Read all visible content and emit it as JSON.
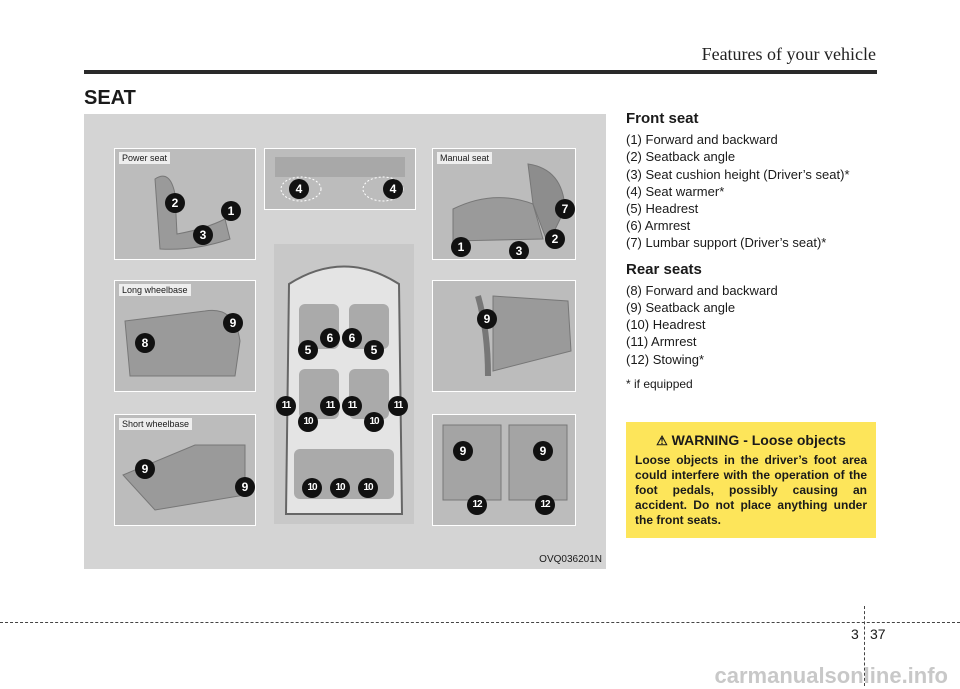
{
  "header": {
    "title": "Features of your vehicle"
  },
  "section": {
    "title": "SEAT"
  },
  "figure": {
    "code": "OVQ036201N",
    "panels": {
      "power_seat": "Power seat",
      "manual_seat": "Manual seat",
      "long_wheelbase": "Long wheelbase",
      "short_wheelbase": "Short wheelbase"
    }
  },
  "front_seat": {
    "title": "Front seat",
    "items": [
      "(1) Forward and backward",
      "(2) Seatback angle",
      "(3) Seat cushion height (Driver’s seat)*",
      "(4) Seat warmer*",
      "(5) Headrest",
      "(6) Armrest",
      "(7) Lumbar support (Driver’s seat)*"
    ]
  },
  "rear_seats": {
    "title": "Rear seats",
    "items": [
      "(8) Forward and backward",
      "(9) Seatback angle",
      "(10) Headrest",
      "(11) Armrest",
      "(12) Stowing*"
    ]
  },
  "footnote": "* if equipped",
  "warning": {
    "label": "WARNING -",
    "title": "Loose objects",
    "body": "Loose objects in the driver’s foot area could interfere with the operation of the foot pedals, possibly causing an accident. Do not place anything under the front seats."
  },
  "page": {
    "section": "3",
    "number": "37"
  },
  "watermark": "carmanualsonline.info"
}
